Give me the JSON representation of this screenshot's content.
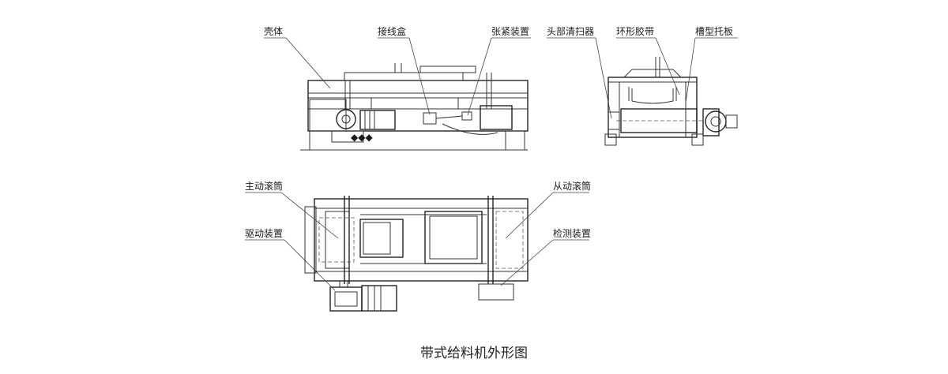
{
  "labels": {
    "shell": "壳体",
    "junction_box": "接线盒",
    "tensioner": "张紧装置",
    "head_cleaner": "头部清扫器",
    "endless_belt": "环形胶带",
    "trough_idler": "槽型托板",
    "drive_pulley": "主动滚筒",
    "drive_unit": "驱动装置",
    "driven_pulley": "从动滚筒",
    "detection_unit": "检测装置"
  },
  "caption": "带式给料机外形图"
}
